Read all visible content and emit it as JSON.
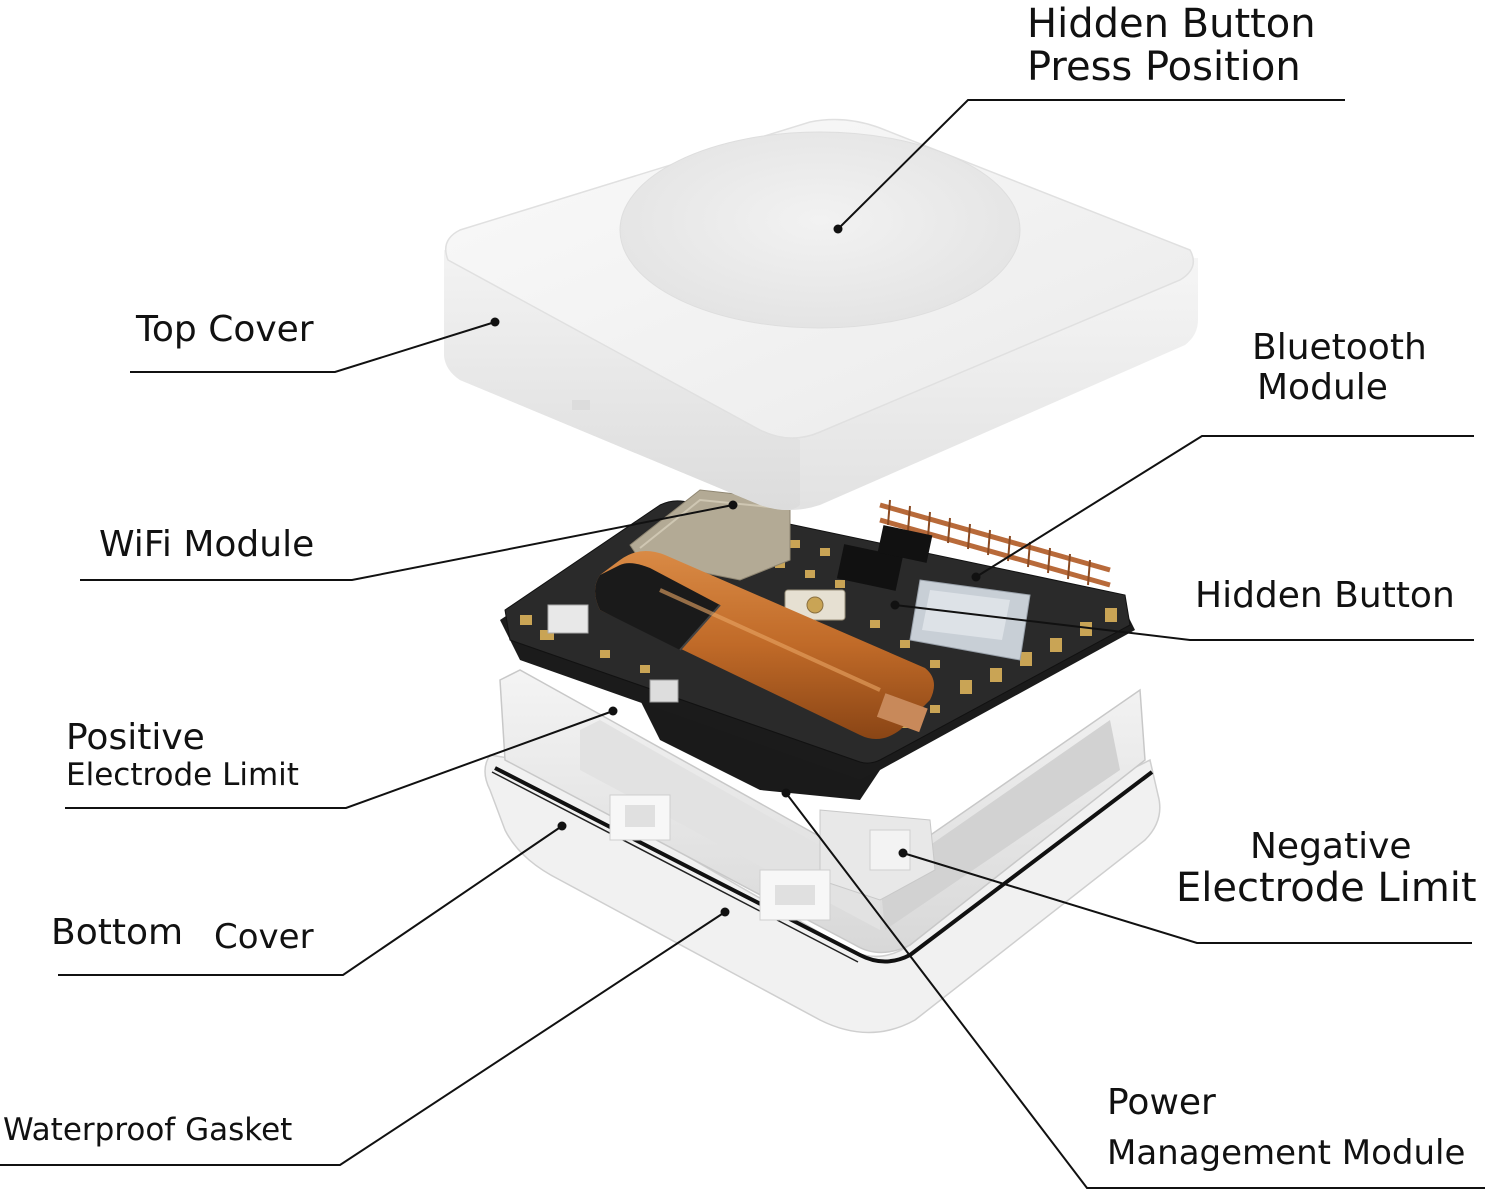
{
  "labels": {
    "hidden_button_press": [
      "Hidden Button",
      "Press Position"
    ],
    "top_cover": "Top Cover",
    "bluetooth_module": [
      "Bluetooth",
      "Module"
    ],
    "wifi_module": "WiFi Module",
    "hidden_button": "Hidden Button",
    "positive_electrode": [
      "Positive",
      "Electrode Limit"
    ],
    "negative_electrode": [
      "Negative",
      "Electrode Limit"
    ],
    "bottom_cover": [
      "Bottom",
      "Cover"
    ],
    "waterproof_gasket": "Waterproof Gasket",
    "power_management": [
      "Power",
      "Management Module"
    ]
  }
}
